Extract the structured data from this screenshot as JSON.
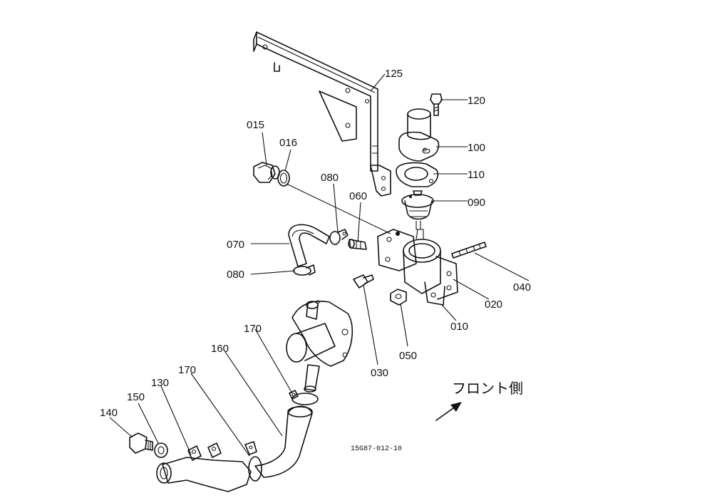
{
  "labels": {
    "p125": "125",
    "p120": "120",
    "p100": "100",
    "p110": "110",
    "p090": "090",
    "p015": "015",
    "p016": "016",
    "p080a": "080",
    "p060": "060",
    "p070": "070",
    "p080b": "080",
    "p040": "040",
    "p020": "020",
    "p010": "010",
    "p030": "030",
    "p050": "050",
    "p170a": "170",
    "p160": "160",
    "p170b": "170",
    "p130": "130",
    "p150": "150",
    "p140": "140"
  },
  "front_label": "フロント側",
  "drawing_code": "15G87-012-10",
  "icons": {
    "direction": "arrow-up-right-icon"
  }
}
